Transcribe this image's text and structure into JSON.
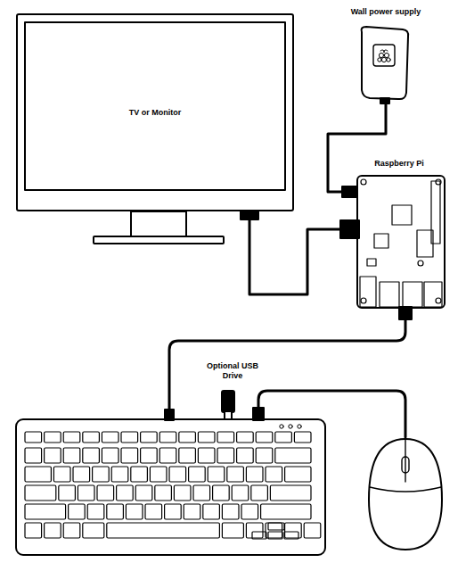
{
  "diagram": {
    "nodes": [
      {
        "text": [
          "TV or Monitor"
        ]
      },
      {
        "text": [
          "Wall power supply"
        ]
      },
      {
        "text": [
          "Raspberry Pi"
        ]
      },
      {
        "text": [
          "Optional USB Drive"
        ]
      }
    ],
    "edges": [
      {
        "from": 1,
        "to": 2,
        "arrow": "none"
      },
      {
        "from": 0,
        "to": 2,
        "arrow": "none"
      }
    ]
  }
}
